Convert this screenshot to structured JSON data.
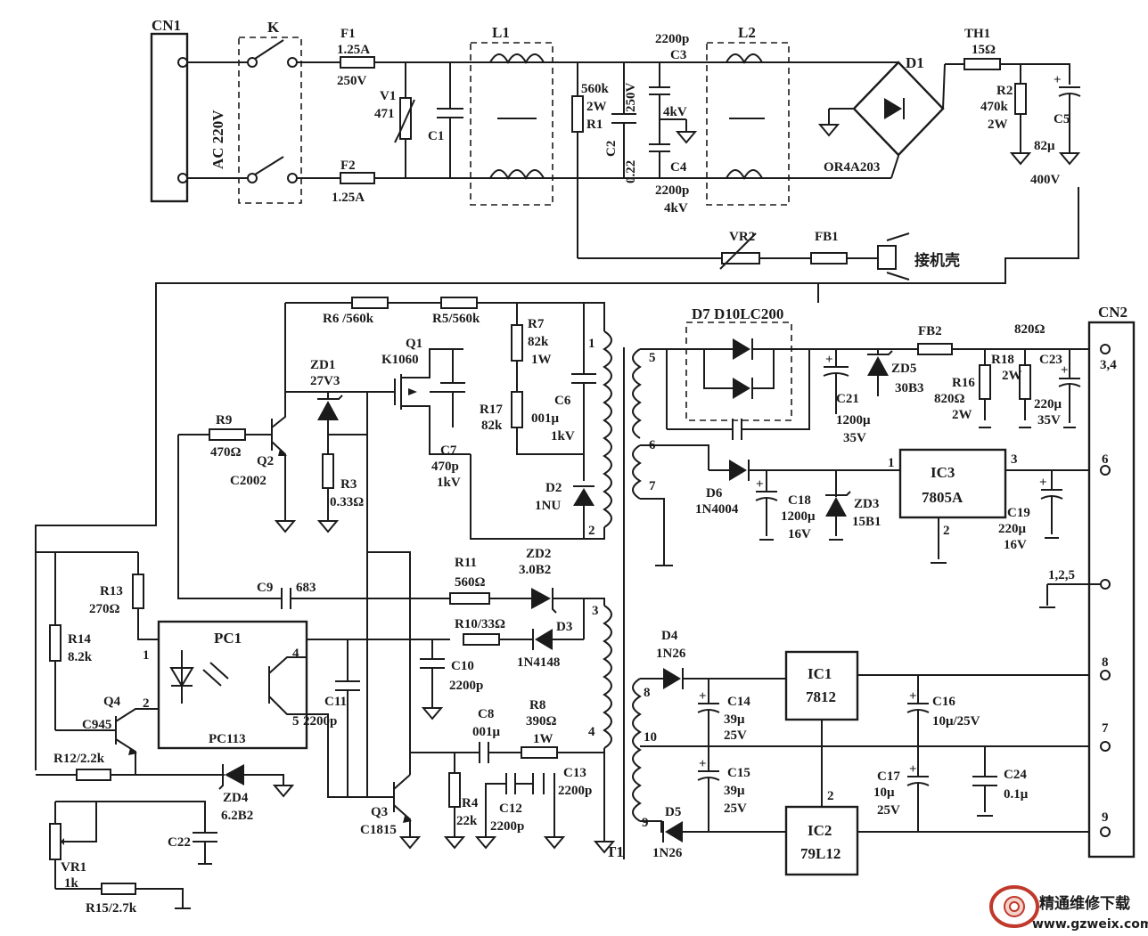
{
  "connectors": {
    "cn1": "CN1",
    "cn2": "CN2",
    "ac_input": "AC 220V",
    "cn2_pins": [
      "3,4",
      "6",
      "1,2,5",
      "8",
      "7",
      "9"
    ]
  },
  "primary": {
    "switch": "K",
    "f1_name": "F1",
    "f1_value": "1.25A",
    "f1_rating": "250V",
    "f2_name": "F2",
    "f2_value": "1.25A",
    "v1_name": "V1",
    "v1_value": "471",
    "c1": "C1",
    "l1": "L1",
    "r1_name": "R1",
    "r1_value": "560k",
    "r1_power": "2W",
    "c2_name": "C2",
    "c2_value": "0.22",
    "c2_voltage": "250V",
    "c3_name": "C3",
    "c3_value": "2200p",
    "c3c4_voltage": "4kV",
    "c4_name": "C4",
    "c4_value": "2200p",
    "c4_voltage": "4kV",
    "l2": "L2",
    "d1_name": "D1",
    "d1_part": "OR4A203",
    "th1_name": "TH1",
    "th1_value": "15Ω",
    "r2_name": "R2",
    "r2_value": "470k",
    "r2_power": "2W",
    "c5_name": "C5",
    "c5_value": "82μ",
    "c5_voltage": "400V",
    "vr2": "VR2",
    "fb1": "FB1",
    "chassis": "接机壳"
  },
  "switcher": {
    "r6": "R6 /560k",
    "r5": "R5/560k",
    "q1_name": "Q1",
    "q1_part": "K1060",
    "zd1_name": "ZD1",
    "zd1_value": "27V3",
    "r7_name": "R7",
    "r7_value": "82k",
    "r7_power": "1W",
    "c6_name": "C6",
    "c6_value": "001μ",
    "c6_voltage": "1kV",
    "r17_name": "R17",
    "r17_value": "82k",
    "c7_name": "C7",
    "c7_value": "470p",
    "c7_voltage": "1kV",
    "d2_name": "D2",
    "d2_part": "1NU",
    "r9_name": "R9",
    "r9_value": "470Ω",
    "q2_name": "Q2",
    "q2_part": "C2002",
    "r3_name": "R3",
    "r3_value": "0.33Ω",
    "r11_name": "R11",
    "r11_value": "560Ω",
    "zd2_name": "ZD2",
    "zd2_value": "3.0B2",
    "c9_name": "C9",
    "c9_value": "683",
    "r10": "R10/33Ω",
    "d3_name": "D3",
    "d3_part": "1N4148",
    "c10_name": "C10",
    "c10_value": "2200p",
    "r8_name": "R8",
    "r8_value": "390Ω",
    "r8_power": "1W",
    "c8_name": "C8",
    "c8_value": "001μ",
    "c11_name": "C11",
    "c11_value": "2200p",
    "r13_name": "R13",
    "r13_value": "270Ω",
    "r14_name": "R14",
    "r14_value": "8.2k",
    "pc1_name": "PC1",
    "pc1_part": "PC113",
    "q4_name": "Q4",
    "q4_part": "C945",
    "r12": "R12/2.2k",
    "zd4_name": "ZD4",
    "zd4_value": "6.2B2",
    "c22": "C22",
    "vr1_name": "VR1",
    "vr1_value": "1k",
    "r15": "R15/2.7k",
    "q3_name": "Q3",
    "q3_part": "C1815",
    "r4_name": "R4",
    "r4_value": "22k",
    "c12_name": "C12",
    "c12_value": "2200p",
    "c13_name": "C13",
    "c13_value": "2200p",
    "t1": "T1",
    "pin1": "1",
    "pin2": "2",
    "pin3": "3",
    "pin4": "4",
    "pc_pin1": "1",
    "pc_pin2": "2",
    "pc_pin4": "4",
    "pc_pin5": "5"
  },
  "secondary": {
    "d7": "D7 D10LC200",
    "fb2": "FB2",
    "r18_top": "820Ω",
    "c21_name": "C21",
    "c21_value": "1200μ",
    "c21_voltage": "35V",
    "zd5_name": "ZD5",
    "zd5_value": "30B3",
    "r16_name": "R16",
    "r16_value": "820Ω",
    "r16_power": "2W",
    "r18_name": "R18",
    "r18_power": "2W",
    "c23_name": "C23",
    "c23_value": "220μ",
    "c23_voltage": "35V",
    "d6_name": "D6",
    "d6_part": "1N4004",
    "c18_name": "C18",
    "c18_value": "1200μ",
    "c18_voltage": "16V",
    "zd3_name": "ZD3",
    "zd3_value": "15B1",
    "ic3_name": "IC3",
    "ic3_part": "7805A",
    "ic3_pin1": "1",
    "ic3_pin2": "2",
    "ic3_pin3": "3",
    "c19_name": "C19",
    "c19_value": "220μ",
    "c19_voltage": "16V",
    "d4_name": "D4",
    "d4_part": "1N26",
    "c14_name": "C14",
    "c14_value": "39μ",
    "c14_voltage": "25V",
    "c15_name": "C15",
    "c15_value": "39μ",
    "c15_voltage": "25V",
    "d5_name": "D5",
    "d5_part": "1N26",
    "ic1_name": "IC1",
    "ic1_part": "7812",
    "ic2_name": "IC2",
    "ic2_part": "79L12",
    "ic2_pin2": "2",
    "c16": "C16",
    "c16_value": "10μ/25V",
    "c17_name": "C17",
    "c17_value": "10μ",
    "c17_voltage": "25V",
    "c24_name": "C24",
    "c24_value": "0.1μ",
    "pin5": "5",
    "pin6": "6",
    "pin7": "7",
    "pin8": "8",
    "pin9": "9",
    "pin10": "10"
  },
  "watermark": {
    "title": "精通维修下载",
    "url": "www.gzweix.com",
    "accent": "#c0392b"
  }
}
